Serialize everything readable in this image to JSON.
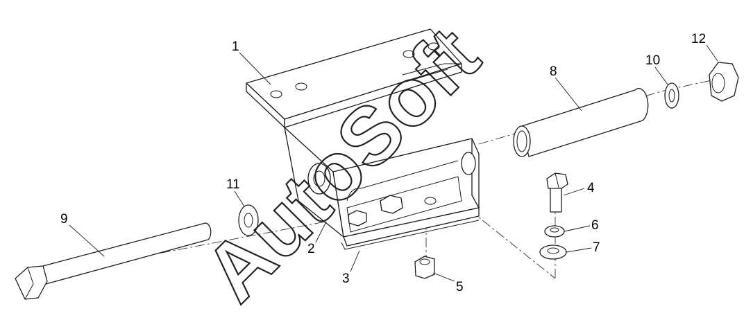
{
  "watermark": "AutoSoft",
  "callouts": [
    "1",
    "2",
    "3",
    "4",
    "5",
    "6",
    "7",
    "8",
    "9",
    "10",
    "11",
    "12"
  ],
  "colors": {
    "line": "#1a1a1a",
    "background": "#ffffff"
  }
}
